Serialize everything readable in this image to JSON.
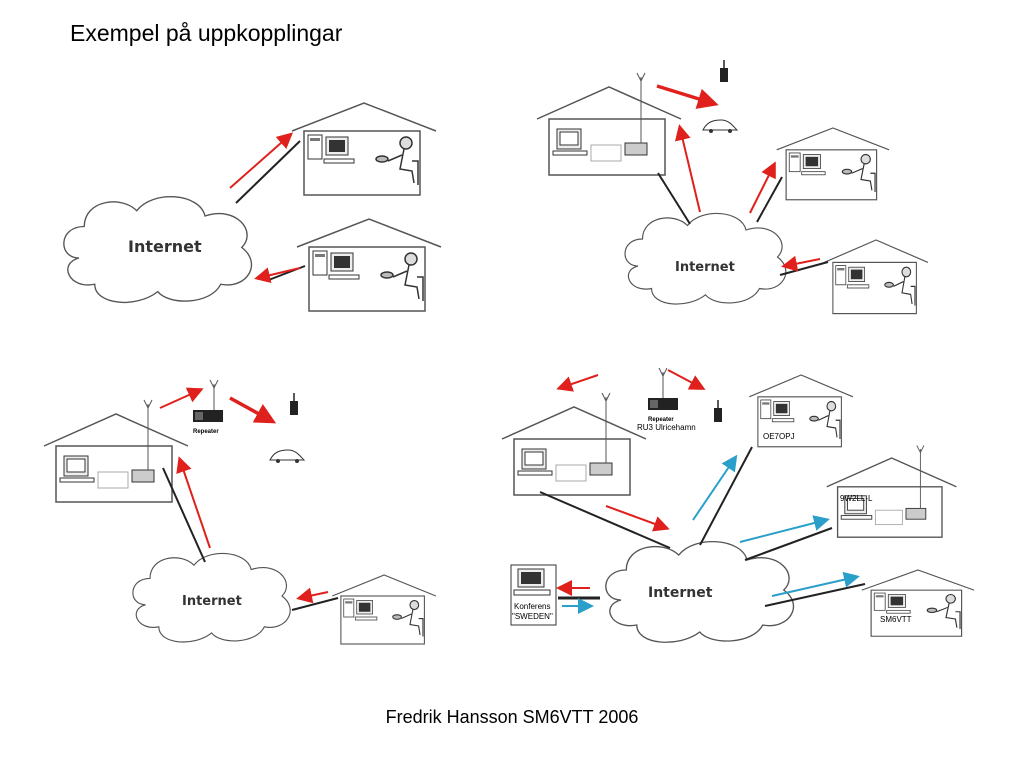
{
  "title": "Exempel på uppkopplingar",
  "footer": "Fredrik Hansson SM6VTT 2006",
  "cloud_label": "Internet",
  "repeater_label": "Repeater",
  "repeater_call": "RU3 Ulricehamn",
  "stations": {
    "oe7opj": "OE7OPJ",
    "w2ll": "9W2LL-L",
    "sm6vtt": "SM6VTT"
  },
  "conference": {
    "line1": "Konferens",
    "line2": "\"SWEDEN\""
  },
  "colors": {
    "red_arrow": "#e0201c",
    "blue_arrow": "#2a9fc9",
    "outline": "#555555"
  }
}
